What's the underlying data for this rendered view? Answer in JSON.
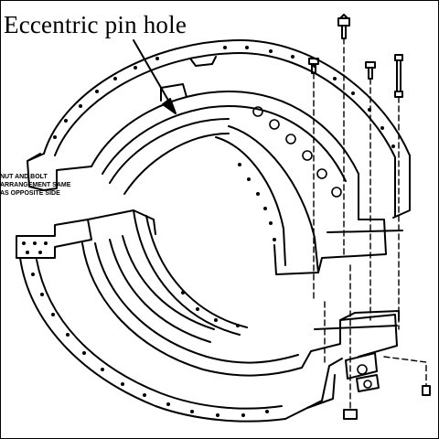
{
  "callout": {
    "label": "Eccentric pin hole"
  },
  "note": {
    "lines": [
      "NUT AND BOLT",
      "ARRANGEMENT SAME",
      "AS OPPOSITE SIDE"
    ]
  },
  "colors": {
    "ink": "#000000",
    "background": "#ffffff"
  }
}
